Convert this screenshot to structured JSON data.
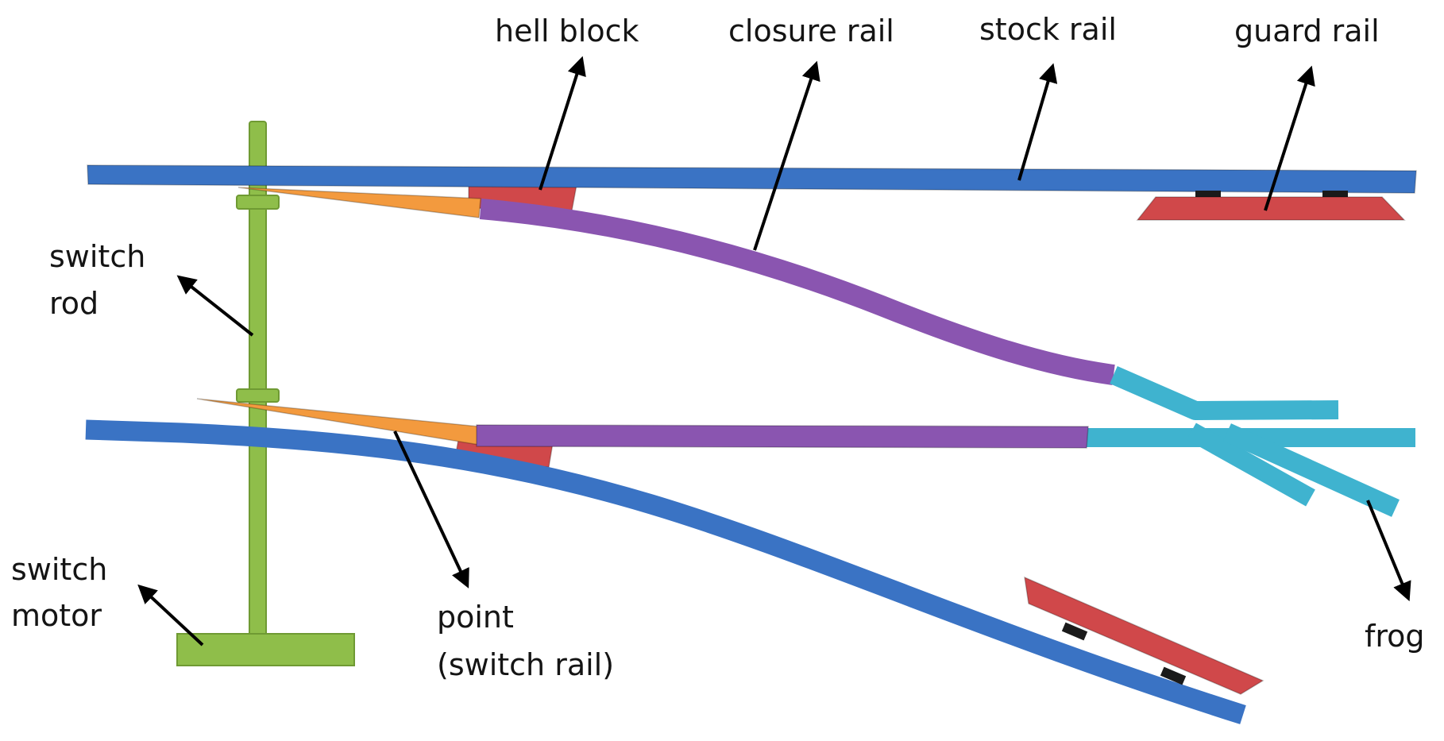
{
  "colors": {
    "stock_rail": "#3a73c4",
    "closure_rail": "#8a55b0",
    "point": "#f39a3e",
    "heel_block": "#d0484a",
    "guard_rail": "#d0484a",
    "frog": "#3fb3cf",
    "switch_rod": "#8fbe4a",
    "switch_motor": "#8fbe4a",
    "arrow": "#000000",
    "text": "#141414"
  },
  "labels": {
    "heel_block": "hell block",
    "closure_rail": "closure rail",
    "stock_rail": "stock rail",
    "guard_rail": "guard rail",
    "switch_rod_line1": "switch",
    "switch_rod_line2": "rod",
    "switch_motor_line1": "switch",
    "switch_motor_line2": "motor",
    "point_line1": "point",
    "point_line2": "(switch rail)",
    "frog": "frog"
  }
}
